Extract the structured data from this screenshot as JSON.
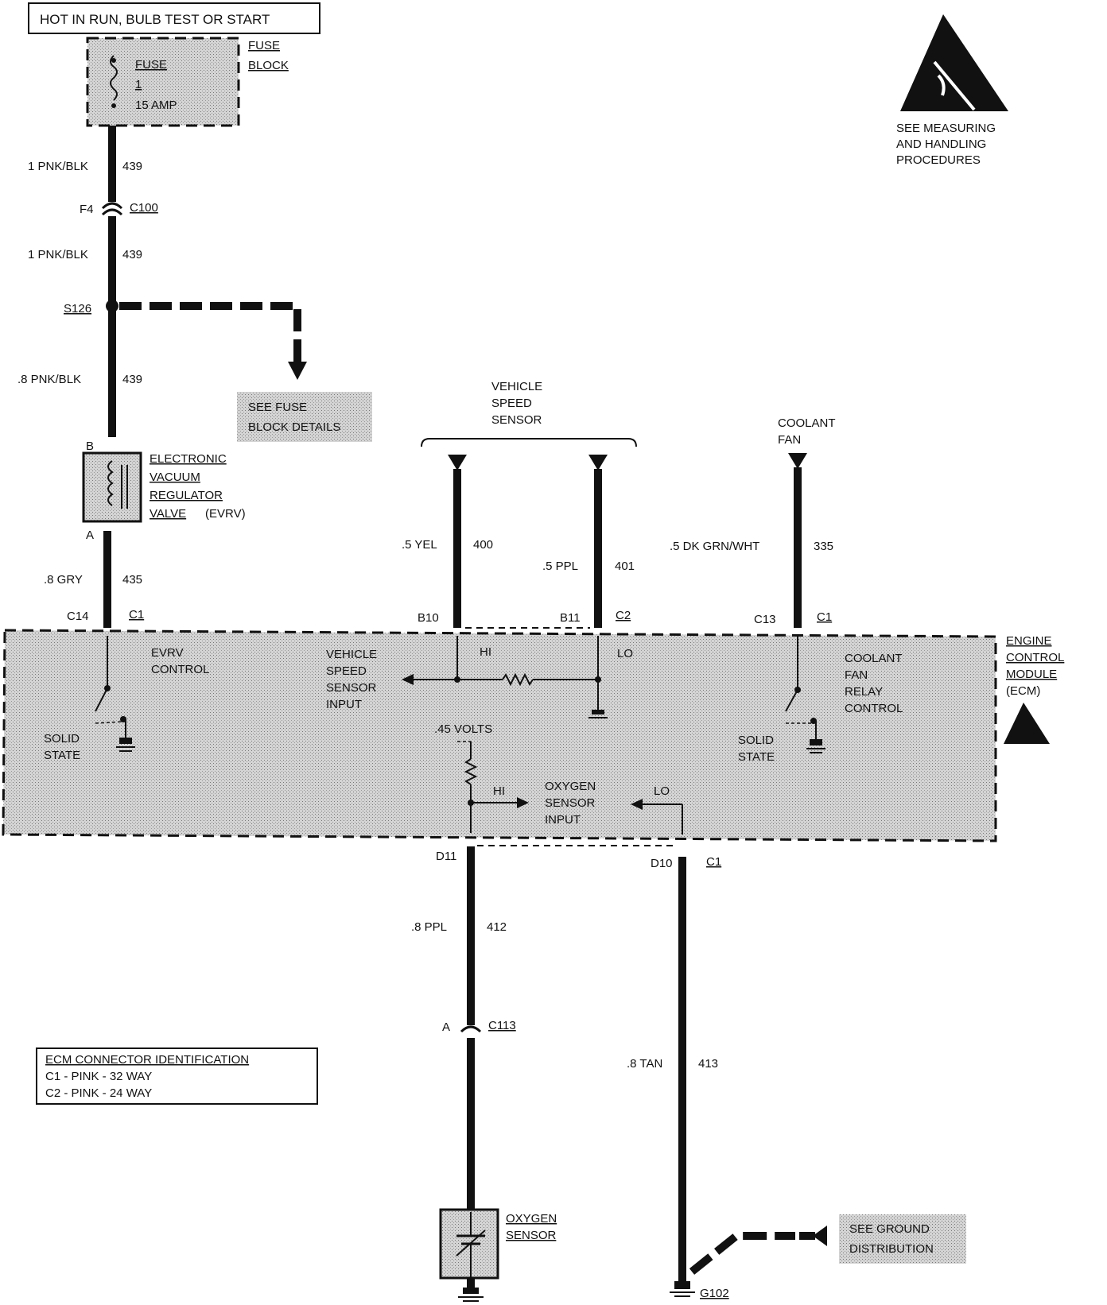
{
  "header": {
    "power_box": "HOT IN RUN, BULB TEST OR START"
  },
  "fuse_block": {
    "name_line1": "FUSE",
    "name_line2": "BLOCK",
    "fuse_line1": "FUSE",
    "fuse_line2": "1",
    "fuse_line3": "15 AMP"
  },
  "esd_notice": {
    "line1": "SEE MEASURING",
    "line2": "AND HANDLING",
    "line3": "PROCEDURES"
  },
  "wires": {
    "w1_gauge": "1 PNK/BLK",
    "w1_circuit": "439",
    "c100_pin": "F4",
    "c100_name": "C100",
    "w2_gauge": "1 PNK/BLK",
    "w2_circuit": "439",
    "splice": "S126",
    "w3_gauge": ".8 PNK/BLK",
    "w3_circuit": "439",
    "evrv_pin_b": "B",
    "evrv_pin_a": "A",
    "w4_gauge": ".8 GRY",
    "w4_circuit": "435",
    "c14_pin": "C14",
    "c14_conn": "C1",
    "vss_w1_gauge": ".5 YEL",
    "vss_w1_circuit": "400",
    "vss_w2_gauge": ".5 PPL",
    "vss_w2_circuit": "401",
    "b10_pin": "B10",
    "b11_pin": "B11",
    "vss_conn": "C2",
    "fan_gauge": ".5 DK GRN/WHT",
    "fan_circuit": "335",
    "c13_pin": "C13",
    "c13_conn": "C1",
    "o2_gauge": ".8 PPL",
    "o2_circuit": "412",
    "d11_pin": "D11",
    "c113_pin": "A",
    "c113_name": "C113",
    "gnd_gauge": ".8 TAN",
    "gnd_circuit": "413",
    "d10_pin": "D10",
    "d10_conn": "C1",
    "ground_name": "G102"
  },
  "see_fuse_details": {
    "line1": "SEE FUSE",
    "line2": "BLOCK DETAILS"
  },
  "evrv": {
    "line1": "ELECTRONIC",
    "line2": "VACUUM",
    "line3": "REGULATOR",
    "line4": "VALVE",
    "line4_suffix": "(EVRV)"
  },
  "vss": {
    "line1": "VEHICLE",
    "line2": "SPEED",
    "line3": "SENSOR"
  },
  "coolant_fan": {
    "line1": "COOLANT",
    "line2": "FAN"
  },
  "ecm": {
    "line1": "ENGINE",
    "line2": "CONTROL",
    "line3": "MODULE",
    "line4": "(ECM)",
    "evrv_ctrl1": "EVRV",
    "evrv_ctrl2": "CONTROL",
    "solid1a": "SOLID",
    "solid1b": "STATE",
    "vss_in1": "VEHICLE",
    "vss_in2": "SPEED",
    "vss_in3": "SENSOR",
    "vss_in4": "INPUT",
    "hi1": "HI",
    "lo1": "LO",
    "fan_ctrl1": "COOLANT",
    "fan_ctrl2": "FAN",
    "fan_ctrl3": "RELAY",
    "fan_ctrl4": "CONTROL",
    "solid2a": "SOLID",
    "solid2b": "STATE",
    "volts": ".45 VOLTS",
    "hi2": "HI",
    "lo2": "LO",
    "o2_in1": "OXYGEN",
    "o2_in2": "SENSOR",
    "o2_in3": "INPUT"
  },
  "connector_id": {
    "title": "ECM CONNECTOR IDENTIFICATION",
    "line1": "C1 - PINK - 32 WAY",
    "line2": "C2 - PINK - 24 WAY"
  },
  "oxygen_sensor": {
    "line1": "OXYGEN",
    "line2": "SENSOR"
  },
  "ground_dist": {
    "line1": "SEE GROUND",
    "line2": "DISTRIBUTION"
  }
}
